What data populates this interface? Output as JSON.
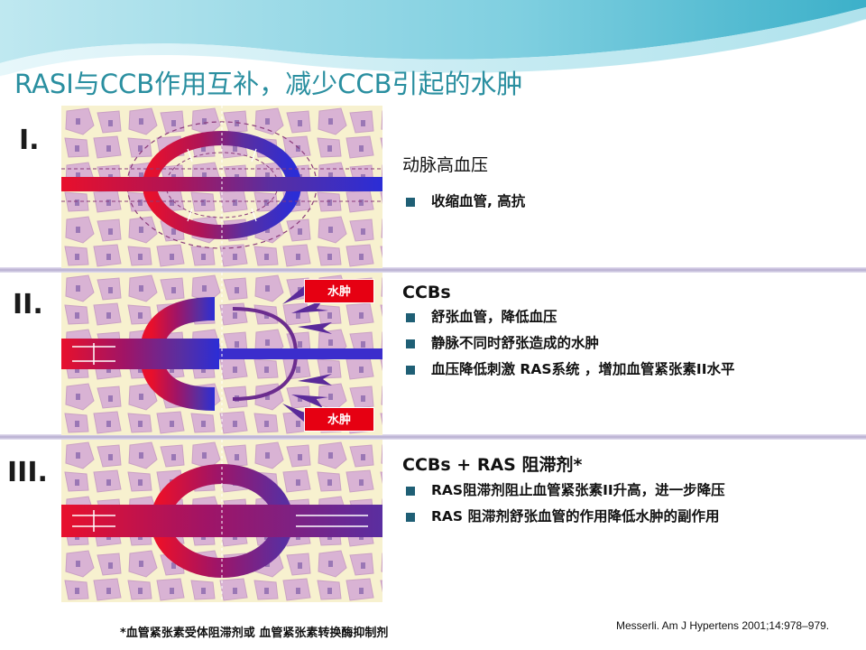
{
  "title": "RASI与CCB作用互补，减少CCB引起的水肿",
  "colors": {
    "title": "#2a8fa0",
    "artery_red": "#e8102c",
    "vein_blue": "#2b2dd6",
    "vessel_purple": "#6b2c8e",
    "tissue_bg": "#f7f1cf",
    "cell_fill": "#d9b3d4",
    "edema_tag": "#e60012",
    "bullet": "#1f5f75"
  },
  "panels": [
    {
      "label": "I.",
      "heading": "动脉高血压",
      "bullets": [
        "收缩血管, 高抗"
      ],
      "icon": "constricted-vessel-diagram"
    },
    {
      "label": "II.",
      "heading": "CCBs",
      "bullets": [
        "舒张血管，降低血压",
        "静脉不同时舒张造成的水肿",
        [
          "血压降低刺激 ",
          "RAS",
          "系统 ，增加血管紧张素",
          "II",
          "水平"
        ]
      ],
      "edema_tags": [
        "水肿",
        "水肿"
      ],
      "icon": "leaking-vessel-diagram"
    },
    {
      "label": "III.",
      "heading": "CCBs + RAS 阻滞剂*",
      "bullets": [
        [
          "RAS",
          "阻滞剂阻止血管紧张素",
          "II",
          "升高，进一步降压"
        ],
        [
          "RAS ",
          "阻滞剂舒张血管的作用降低水肿的副作用"
        ]
      ],
      "icon": "balanced-vessel-diagram"
    }
  ],
  "footnote": "*血管紧张素受体阻滞剂或  血管紧张素转换酶抑制剂",
  "citation": "Messerli. Am J Hypertens 2001;14:978–979."
}
